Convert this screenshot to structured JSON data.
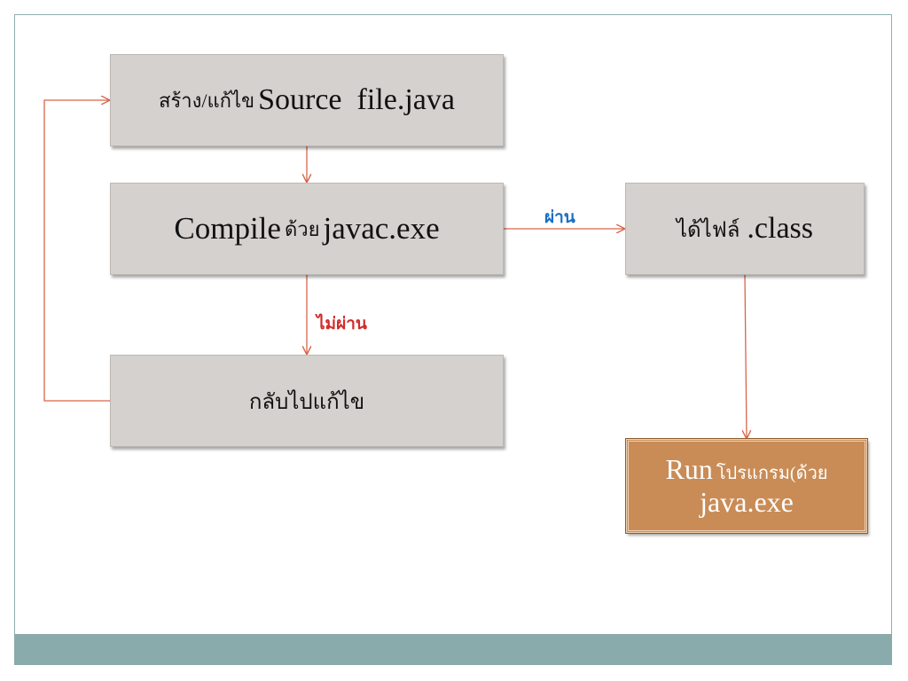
{
  "diagram": {
    "nodes": {
      "edit": {
        "thai": "สร้าง/แก้ไข",
        "latin": "Source  file.java"
      },
      "compile": {
        "latin": "Compile",
        "thai": "ด้วย",
        "latin2": "javac.exe"
      },
      "fix": {
        "thai": "กลับไปแก้ไข"
      },
      "class_file": {
        "thai": "ได้ไฟล์",
        "latin": ".class"
      },
      "run": {
        "latin": "Run",
        "thai": "โปรแกรม(ด้วย",
        "line2": "java.exe"
      }
    },
    "edges": {
      "pass": "ผ่าน",
      "fail": "ไม่ผ่าน"
    },
    "colors": {
      "box_fill": "#d5d1ce",
      "run_fill": "#c98c56",
      "connector": "#d9654a",
      "pass_label": "#1b6fc2",
      "fail_label": "#d22a2a",
      "footer_band": "#8aabab"
    }
  }
}
